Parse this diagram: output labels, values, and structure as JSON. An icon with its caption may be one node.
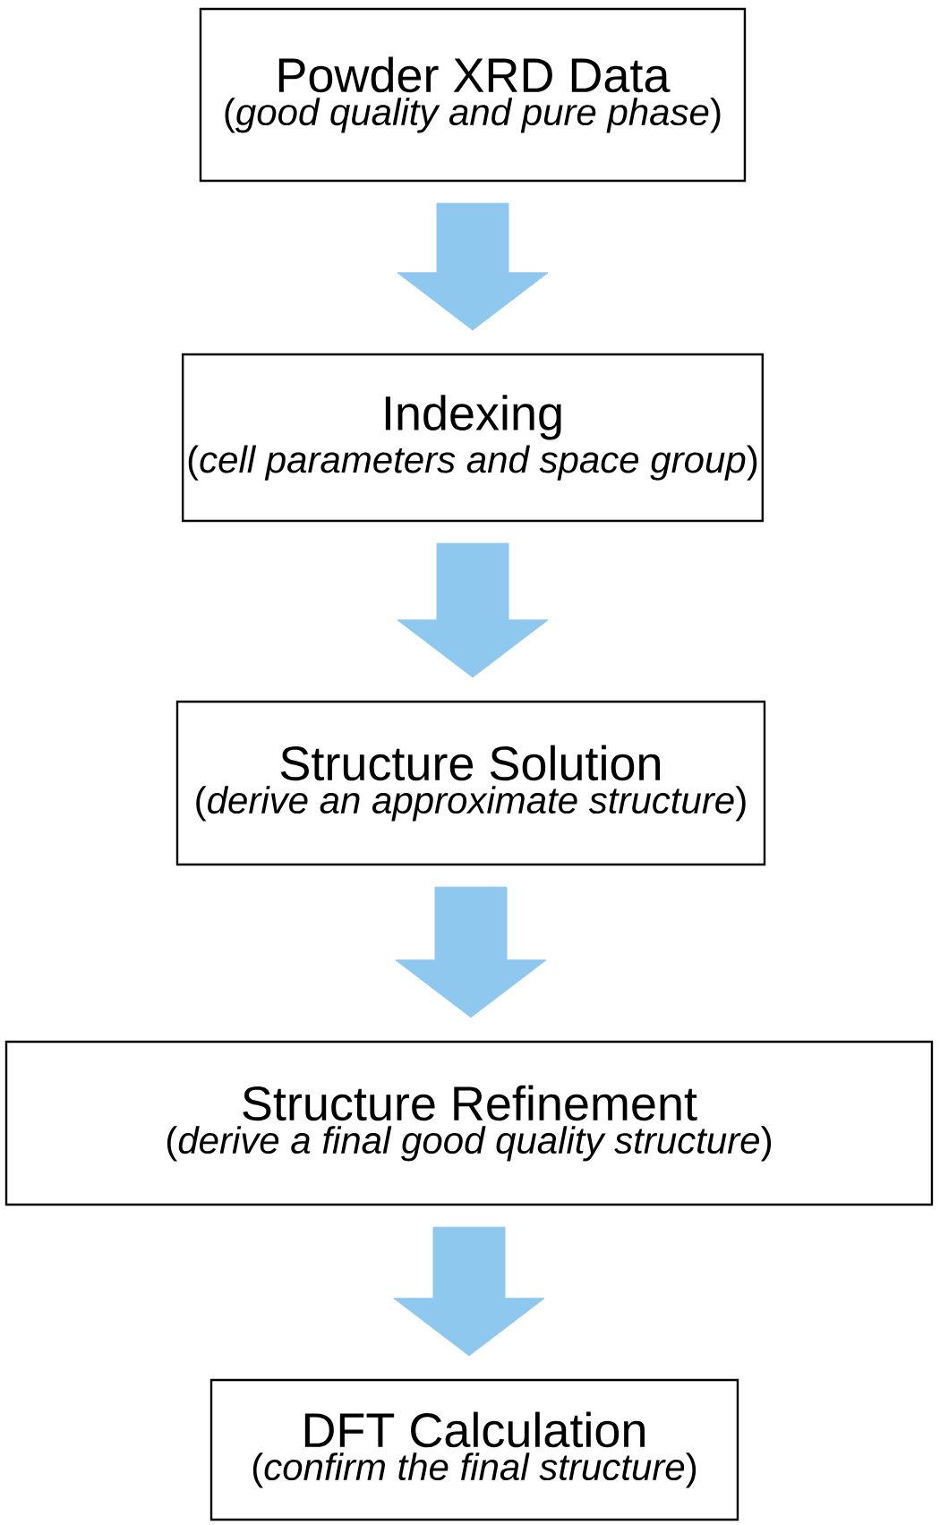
{
  "diagram": {
    "nodes": [
      {
        "text": [
          "Powder XRD Data",
          "(*good quality and pure phase*)"
        ]
      },
      {
        "text": [
          "Indexing",
          "(*cell parameters and space group*)"
        ]
      },
      {
        "text": [
          "Structure Solution",
          "(*derive an approximate structure*)"
        ]
      },
      {
        "text": [
          "Structure Refinement",
          "(*derive a final good quality structure*)"
        ]
      },
      {
        "text": [
          "DFT Calculation",
          "(*confirm the final structure*)"
        ]
      }
    ],
    "edges": [
      {
        "from": 0,
        "to": 1,
        "arrow": "to"
      },
      {
        "from": 1,
        "to": 2,
        "arrow": "to"
      },
      {
        "from": 2,
        "to": 3,
        "arrow": "to"
      },
      {
        "from": 3,
        "to": 4,
        "arrow": "to"
      }
    ]
  }
}
